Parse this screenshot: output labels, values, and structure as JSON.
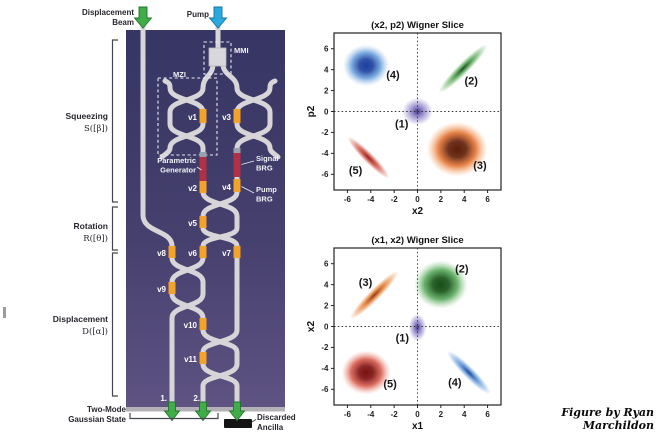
{
  "figure_credit": "Figure by Ryan Marchildon",
  "circuit": {
    "input_labels": {
      "displacement_line1": "Displacement",
      "displacement_line2": "Beam",
      "pump": "Pump"
    },
    "component_labels": {
      "mmi": "MMI",
      "mzi": "MZI",
      "parametric_line1": "Parametric",
      "parametric_line2": "Generator",
      "signal_line1": "Signal",
      "signal_line2": "BRG",
      "pumpbrg_line1": "Pump",
      "pumpbrg_line2": "BRG"
    },
    "v_labels": [
      "v1",
      "v2",
      "v3",
      "v4",
      "v5",
      "v6",
      "v7",
      "v8",
      "v9",
      "v10",
      "v11"
    ],
    "sections": [
      {
        "name": "Squeezing",
        "symbol": "S([β])"
      },
      {
        "name": "Rotation",
        "symbol": "R([θ])"
      },
      {
        "name": "Displacement",
        "symbol": "D([α])"
      }
    ],
    "output_labels": {
      "port1": "1.",
      "port2": "2.",
      "two_mode_line1": "Two-Mode",
      "two_mode_line2": "Gaussian State",
      "discarded_line1": "Discarded",
      "discarded_line2": "Ancilla"
    },
    "colors": {
      "panel_top": "#363563",
      "panel_bottom": "#5e5382",
      "waveguide": "#d7d5d8",
      "phase_segment": "#f3a32a",
      "brg_segment": "#b23043",
      "connector_gray": "#9aa0ad",
      "input_arrow_green": "#3fae49",
      "pump_arrow_blue": "#2aa9e0",
      "ancilla_block": "#141414"
    }
  },
  "chart_data": [
    {
      "type": "heatmap",
      "title": "(x2, p2) Wigner Slice",
      "xlabel": "x2",
      "ylabel": "p2",
      "xlim": [
        -7.15,
        7.15
      ],
      "ylim": [
        -7.5,
        7.5
      ],
      "xticks": [
        -6,
        -4,
        -2,
        0,
        2,
        4,
        6
      ],
      "yticks": [
        -6,
        -4,
        -2,
        0,
        2,
        4,
        6
      ],
      "grid": "dotted-zero-axes",
      "legend": "none",
      "blobs": [
        {
          "label": "(1)",
          "cx": 0,
          "cy": 0,
          "rx": 1.3,
          "ry": 1.3,
          "rot": 0,
          "core": "#3a2c80",
          "mid": "#8478c4",
          "label_x": -1.35,
          "label_y": -1.15
        },
        {
          "label": "(2)",
          "cx": 3.9,
          "cy": 4.1,
          "rx": 2.9,
          "ry": 0.55,
          "rot": -45,
          "core": "#123f10",
          "mid": "#45a045",
          "label_x": 4.6,
          "label_y": 2.95
        },
        {
          "label": "(3)",
          "cx": 3.4,
          "cy": -3.6,
          "rx": 2.6,
          "ry": 2.6,
          "rot": 0,
          "core": "#5e1c06",
          "mid": "#e2641b",
          "outer": "#f6a35c",
          "label_x": 5.35,
          "label_y": -5.1
        },
        {
          "label": "(4)",
          "cx": -4.4,
          "cy": 4.4,
          "rx": 2.0,
          "ry": 2.0,
          "rot": 0,
          "core": "#1b3f9e",
          "mid": "#5b97d8",
          "outer": "#a6c8ea",
          "label_x": -2.1,
          "label_y": 3.55
        },
        {
          "label": "(5)",
          "cx": -4.2,
          "cy": -4.4,
          "rx": 2.5,
          "ry": 0.5,
          "rot": 45,
          "core": "#8c1212",
          "mid": "#cc4233",
          "label_x": -5.3,
          "label_y": -5.6
        }
      ]
    },
    {
      "type": "heatmap",
      "title": "(x1, x2) Wigner Slice",
      "xlabel": "x1",
      "ylabel": "x2",
      "xlim": [
        -7.15,
        7.15
      ],
      "ylim": [
        -7.5,
        7.5
      ],
      "xticks": [
        -6,
        -4,
        -2,
        0,
        2,
        4,
        6
      ],
      "yticks": [
        -6,
        -4,
        -2,
        0,
        2,
        4,
        6
      ],
      "grid": "dotted-zero-axes",
      "legend": "none",
      "blobs": [
        {
          "label": "(1)",
          "cx": 0,
          "cy": -0.1,
          "rx": 0.75,
          "ry": 1.3,
          "rot": 0,
          "core": "#3a2c80",
          "mid": "#8478c4",
          "label_x": -1.3,
          "label_y": -1.05
        },
        {
          "label": "(2)",
          "cx": 2.0,
          "cy": 4.0,
          "rx": 2.3,
          "ry": 2.3,
          "rot": 0,
          "core": "#154f15",
          "mid": "#46a049",
          "outer": "#8cc98c",
          "label_x": 3.8,
          "label_y": 5.55
        },
        {
          "label": "(3)",
          "cx": -3.7,
          "cy": 3.0,
          "rx": 2.9,
          "ry": 0.55,
          "rot": -45,
          "core": "#8a2c08",
          "mid": "#e2711d",
          "label_x": -4.45,
          "label_y": 4.25
        },
        {
          "label": "(4)",
          "cx": 4.4,
          "cy": -4.4,
          "rx": 2.6,
          "ry": 0.55,
          "rot": 45,
          "core": "#123a8c",
          "mid": "#4f8ed6",
          "label_x": 3.2,
          "label_y": -5.3
        },
        {
          "label": "(5)",
          "cx": -4.4,
          "cy": -4.4,
          "rx": 2.1,
          "ry": 2.1,
          "rot": 0,
          "core": "#7c0f0f",
          "mid": "#d44a3a",
          "outer": "#ef9584",
          "label_x": -2.35,
          "label_y": -5.45
        }
      ]
    }
  ]
}
